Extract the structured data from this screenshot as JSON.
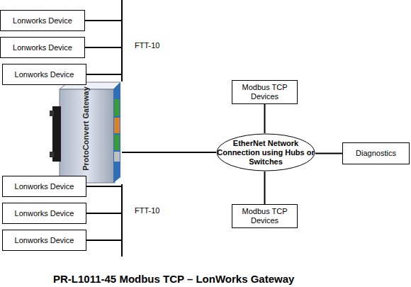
{
  "diagram": {
    "caption": "PR-L1011-45 Modbus TCP – LonWorks Gateway",
    "nodes": [
      {
        "text": [
          "Lonworks Device"
        ]
      },
      {
        "text": [
          "Lonworks Device"
        ]
      },
      {
        "text": [
          "Lonworks Device"
        ]
      },
      {
        "text": [
          "ProtoConvert Gateway"
        ]
      },
      {
        "text": [
          "Modbus TCP Devices"
        ]
      },
      {
        "text": [
          "EtherNet Network Connection using Hubs or Switches"
        ]
      },
      {
        "text": [
          "Diagnostics"
        ]
      },
      {
        "text": [
          "Modbus TCP Devices"
        ]
      },
      {
        "text": [
          "Lonworks Device"
        ]
      },
      {
        "text": [
          "Lonworks Device"
        ]
      },
      {
        "text": [
          "Lonworks Device"
        ]
      }
    ],
    "edges": [
      {
        "from": 0,
        "to": 3,
        "arrow": "none"
      },
      {
        "from": 1,
        "to": 3,
        "arrow": "none"
      },
      {
        "from": 2,
        "to": 3,
        "arrow": "none"
      },
      {
        "from": 8,
        "to": 3,
        "arrow": "none"
      },
      {
        "from": 9,
        "to": 3,
        "arrow": "none"
      },
      {
        "from": 10,
        "to": 3,
        "arrow": "none"
      },
      {
        "from": 3,
        "to": 5,
        "arrow": "none"
      },
      {
        "from": 4,
        "to": 5,
        "arrow": "none"
      },
      {
        "from": 5,
        "to": 6,
        "arrow": "none"
      },
      {
        "from": 7,
        "to": 5,
        "arrow": "none"
      }
    ],
    "labels": [
      "FTT-10",
      "FTT-10"
    ]
  }
}
